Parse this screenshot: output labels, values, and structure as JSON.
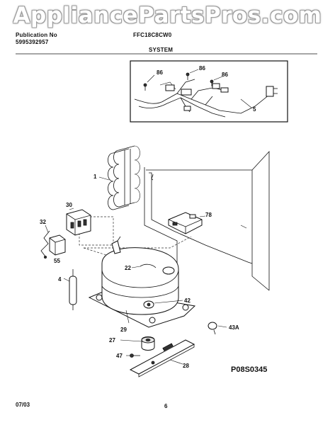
{
  "watermark": "AppliancePartsPros.com",
  "header": {
    "publication_label": "Publication No",
    "publication_number": "5995392957",
    "model": "FFC18C8CW0",
    "section": "SYSTEM"
  },
  "parts": {
    "p86a": "86",
    "p86b": "86",
    "p86c": "86",
    "p5": "5",
    "p1": "1",
    "p30": "30",
    "p78": "78",
    "p32": "32",
    "p55": "55",
    "p22": "22",
    "p4": "4",
    "p42": "42",
    "p29": "29",
    "p43a": "43A",
    "p27": "27",
    "p47": "47",
    "p28": "28"
  },
  "diagram_code": "P08S0345",
  "footer": {
    "date": "07/03",
    "page": "6"
  }
}
